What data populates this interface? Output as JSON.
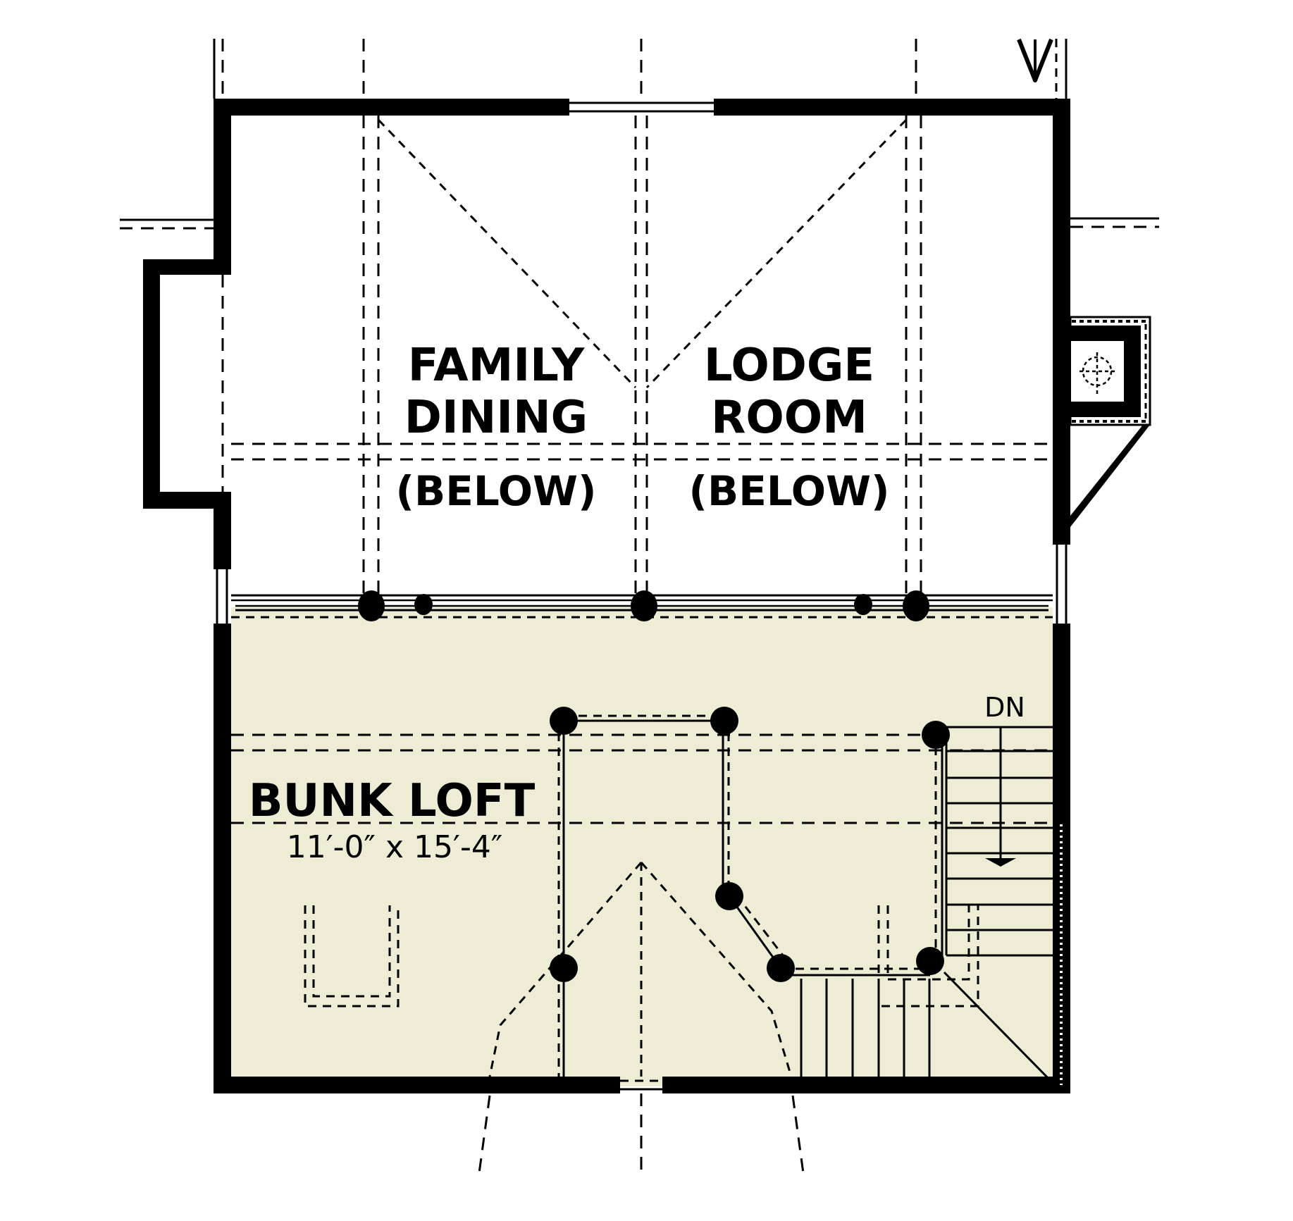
{
  "plan": {
    "colors": {
      "loft_fill": "#efecd6",
      "wall": "#000000",
      "background": "#ffffff"
    },
    "rooms": [
      {
        "id": "family-dining",
        "lines": [
          "FAMILY",
          "DINING"
        ],
        "note": "(BELOW)"
      },
      {
        "id": "lodge-room",
        "lines": [
          "LODGE",
          "ROOM"
        ],
        "note": "(BELOW)"
      },
      {
        "id": "bunk-loft",
        "name": "BUNK LOFT",
        "dimensions": "11′-0″ x 15′-4″"
      }
    ],
    "stair_label": "DN",
    "north_arrow_glyph": "V"
  }
}
